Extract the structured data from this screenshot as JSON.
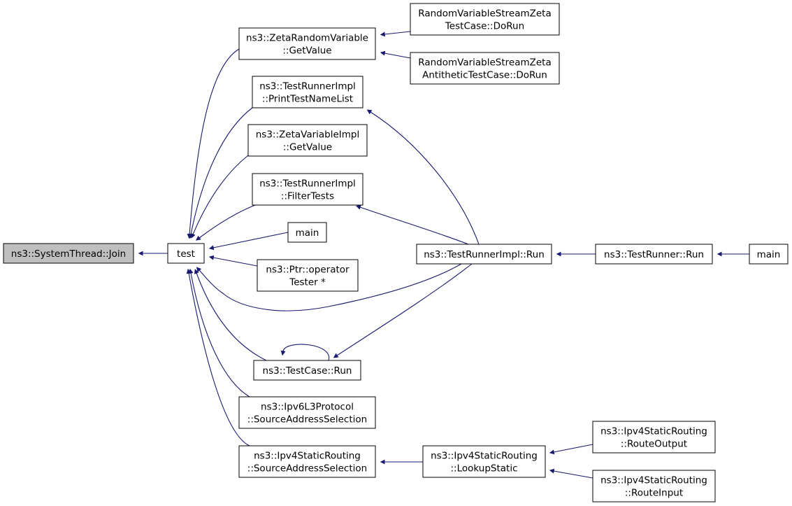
{
  "graph": {
    "nodes": [
      {
        "id": "join",
        "lines": [
          "ns3::SystemThread::Join"
        ],
        "current": true
      },
      {
        "id": "test",
        "lines": [
          "test"
        ]
      },
      {
        "id": "zeta_rv_getvalue",
        "lines": [
          "ns3::ZetaRandomVariable",
          "::GetValue"
        ]
      },
      {
        "id": "rvs_zeta_dorun",
        "lines": [
          "RandomVariableStreamZeta",
          "TestCase::DoRun"
        ]
      },
      {
        "id": "rvs_zeta_anti_dorun",
        "lines": [
          "RandomVariableStreamZeta",
          "AntitheticTestCase::DoRun"
        ]
      },
      {
        "id": "printtestnamelist",
        "lines": [
          "ns3::TestRunnerImpl",
          "::PrintTestNameList"
        ]
      },
      {
        "id": "zeta_impl_getvalue",
        "lines": [
          "ns3::ZetaVariableImpl",
          "::GetValue"
        ]
      },
      {
        "id": "filtertests",
        "lines": [
          "ns3::TestRunnerImpl",
          "::FilterTests"
        ]
      },
      {
        "id": "main_a",
        "lines": [
          "main"
        ]
      },
      {
        "id": "ptr_operator",
        "lines": [
          "ns3::Ptr::operator",
          "Tester *"
        ]
      },
      {
        "id": "testrunnerimpl_run",
        "lines": [
          "ns3::TestRunnerImpl::Run"
        ]
      },
      {
        "id": "testrunner_run",
        "lines": [
          "ns3::TestRunner::Run"
        ]
      },
      {
        "id": "main_b",
        "lines": [
          "main"
        ]
      },
      {
        "id": "testcase_run",
        "lines": [
          "ns3::TestCase::Run"
        ]
      },
      {
        "id": "ipv6_sas",
        "lines": [
          "ns3::Ipv6L3Protocol",
          "::SourceAddressSelection"
        ]
      },
      {
        "id": "ipv4_sas",
        "lines": [
          "ns3::Ipv4StaticRouting",
          "::SourceAddressSelection"
        ]
      },
      {
        "id": "ipv4_lookupstatic",
        "lines": [
          "ns3::Ipv4StaticRouting",
          "::LookupStatic"
        ]
      },
      {
        "id": "ipv4_routeoutput",
        "lines": [
          "ns3::Ipv4StaticRouting",
          "::RouteOutput"
        ]
      },
      {
        "id": "ipv4_routeinput",
        "lines": [
          "ns3::Ipv4StaticRouting",
          "::RouteInput"
        ]
      }
    ]
  }
}
